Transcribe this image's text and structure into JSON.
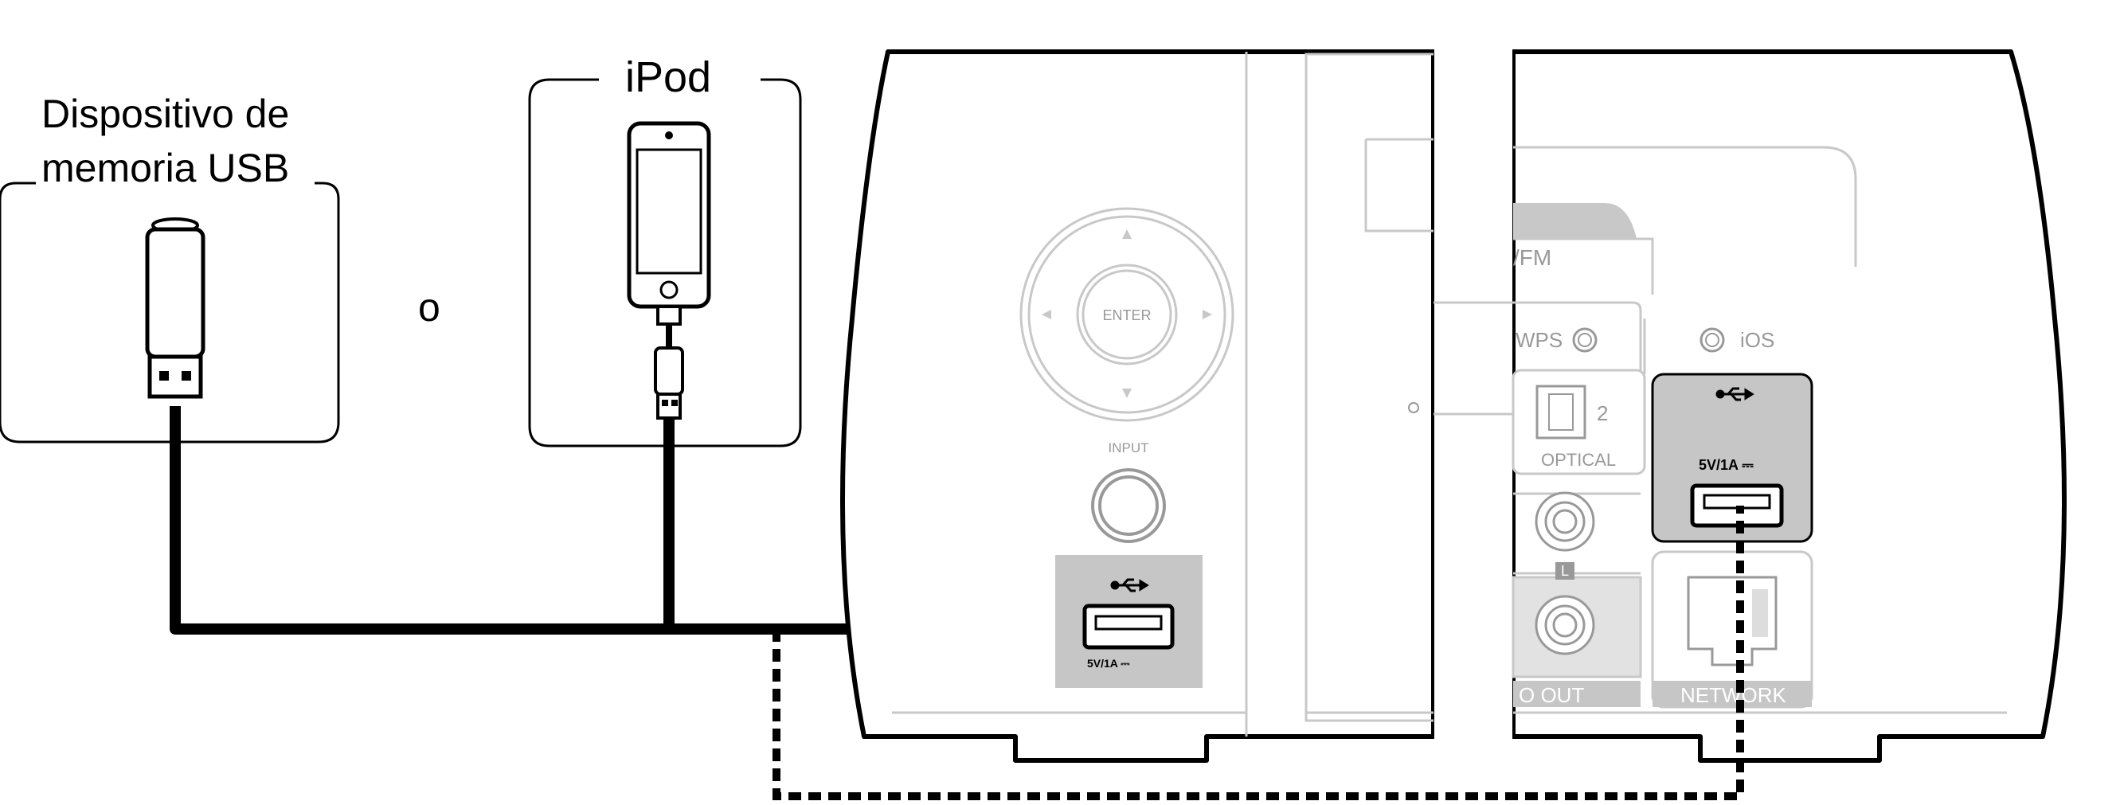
{
  "labels": {
    "usb_device_line1": "Dispositivo de",
    "usb_device_line2": "memoria USB",
    "or": "o",
    "ipod": "iPod"
  },
  "front_panel": {
    "enter": "ENTER",
    "input": "INPUT",
    "usb_rating": "5V/1A ⎓"
  },
  "rear_panel": {
    "fm": "/FM",
    "wps": "WPS",
    "ios": "iOS",
    "optical_number": "2",
    "optical": "OPTICAL",
    "left_channel": "L",
    "audio_out": "O OUT",
    "usb_rating": "5V/1A ⎓",
    "network": "NETWORK"
  }
}
